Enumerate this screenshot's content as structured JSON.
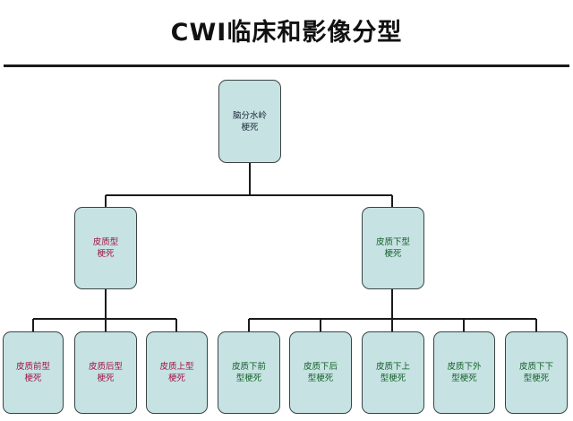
{
  "title": "CWI临床和影像分型",
  "root": {
    "label": "脑分水岭\n梗死"
  },
  "level1": [
    {
      "label": "皮质型\n梗死"
    },
    {
      "label": "皮质下型\n梗死"
    }
  ],
  "level2": [
    {
      "label": "皮质前型\n梗死"
    },
    {
      "label": "皮质后型\n梗死"
    },
    {
      "label": "皮质上型\n梗死"
    },
    {
      "label": "皮质下前\n型梗死"
    },
    {
      "label": "皮质下后\n型梗死"
    },
    {
      "label": "皮质下上\n型梗死"
    },
    {
      "label": "皮质下外\n型梗死"
    },
    {
      "label": "皮质下下\n型梗死"
    }
  ],
  "colors": {
    "node_fill": "#c6e2e2",
    "node_border": "#3a4444",
    "cortical_text": "#a01545",
    "subcortical_text": "#15622a",
    "connector": "#1a1a1a"
  }
}
